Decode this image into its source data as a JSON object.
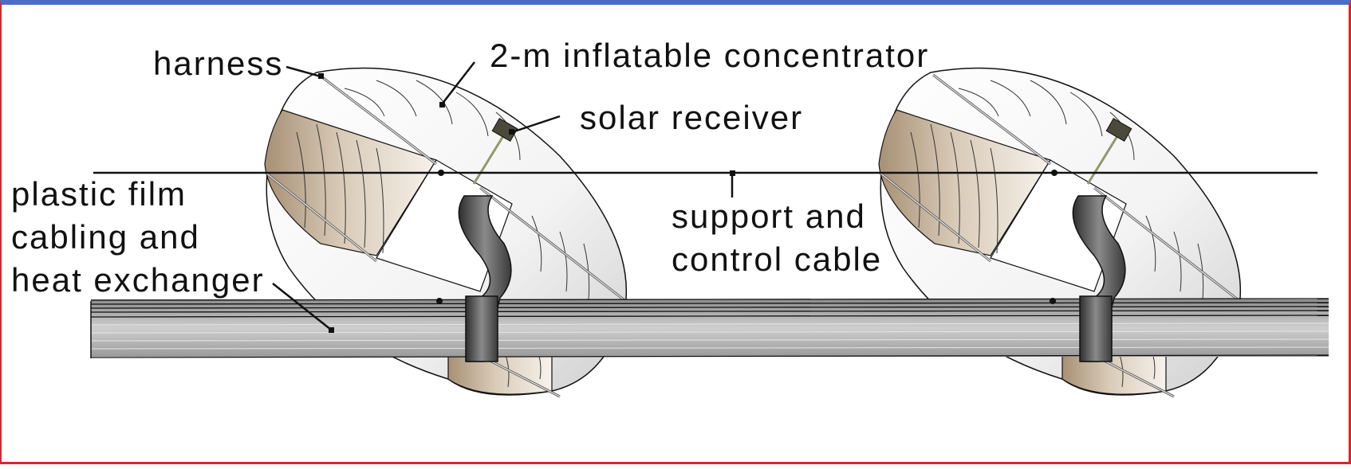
{
  "labels": {
    "harness": "harness",
    "concentrator": "2-m inflatable concentrator",
    "solar_receiver": "solar receiver",
    "plastic_film_line1": "plastic film",
    "plastic_film_line2": "cabling and",
    "plastic_film_line3": "heat exchanger",
    "support_line1": "support and",
    "support_line2": "control cable"
  },
  "colors": {
    "top_border": "#4b6fc4",
    "side_border": "#d9262b",
    "dish_shell": "#ffffff",
    "dish_inner": "#c9b7a0",
    "tube_fill": "#a9a9a9",
    "strap": "#5a5a5a",
    "line": "#111111"
  }
}
